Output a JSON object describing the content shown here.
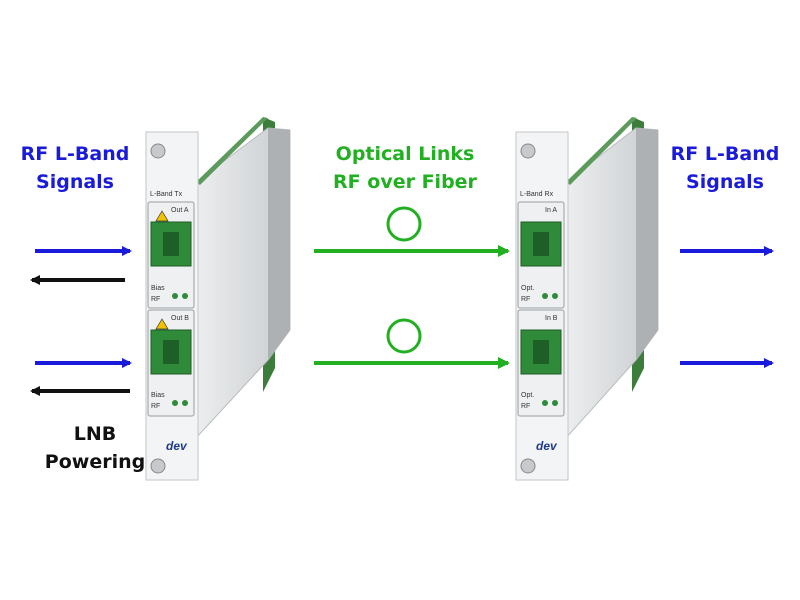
{
  "colors": {
    "rf_arrow": "#1a1adb",
    "optical": "#22b022",
    "power_arrow": "#111111",
    "panel": "#f3f4f5",
    "module_body": "#d8dadc",
    "pcb": "#3c7d3c",
    "connector": "#2f8a3a"
  },
  "labels": {
    "rf_input": [
      "RF L-Band",
      "Signals"
    ],
    "optical": [
      "Optical Links",
      "RF over Fiber"
    ],
    "rf_output": [
      "RF L-Band",
      "Signals"
    ],
    "lnb": [
      "LNB",
      "Powering"
    ]
  },
  "tx_module": {
    "name": "L-Band Tx",
    "ports": [
      {
        "name": "Out A",
        "leds": [
          "Bias",
          "RF"
        ]
      },
      {
        "name": "Out B",
        "leds": [
          "Bias",
          "RF"
        ]
      }
    ],
    "logo": "dev"
  },
  "rx_module": {
    "name": "L-Band Rx",
    "ports": [
      {
        "name": "In A",
        "leds": [
          "Opt.",
          "RF"
        ]
      },
      {
        "name": "In B",
        "leds": [
          "Opt.",
          "RF"
        ]
      }
    ],
    "logo": "dev"
  },
  "icons": [
    "fiber-loop-icon",
    "laser-warning-icon",
    "screw-icon"
  ]
}
